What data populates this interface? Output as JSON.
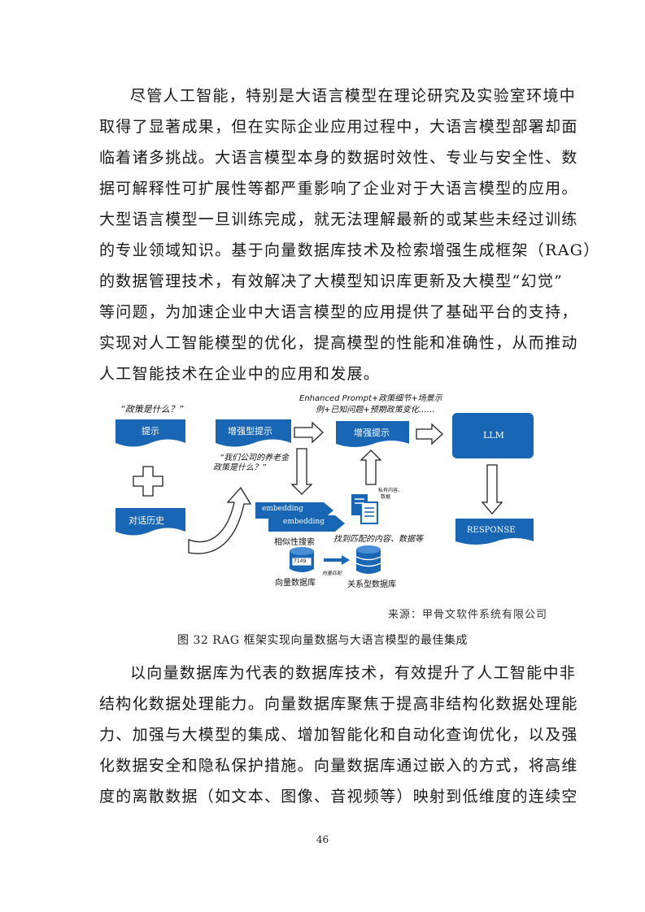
{
  "paragraph1": [
    "尽管人工智能，特别是大语言模型在理论研究及实验室环境中",
    "取得了显著成果，但在实际企业应用过程中，大语言模型部署却面",
    "临着诸多挑战。大语言模型本身的数据时效性、专业与安全性、数",
    "据可解释性可扩展性等都严重影响了企业对于大语言模型的应用。",
    "大型语言模型一旦训练完成，就无法理解最新的或某些未经过训练",
    "的专业领域知识。基于向量数据库技术及检索增强生成框架（RAG）",
    "的数据管理技术，有效解决了大模型知识库更新及大模型“幻觉”",
    "等问题，为加速企业中大语言模型的应用提供了基础平台的支持，",
    "实现对人工智能模型的优化，提高模型的性能和准确性，从而推动",
    "人工智能技术在企业中的应用和发展。"
  ],
  "figure": {
    "question_quote": "“政策是什么？”",
    "prompt_label": "提示",
    "enhanced_prompt_label": "增强型提示",
    "enhanced_prompt_line1": "Enhanced Prompt+政策细节+场景示",
    "enhanced_prompt_line2": "例+已知问题+预期政策变化……",
    "augmented_prompt_label": "增强提示",
    "llm_label": "LLM",
    "company_quote_line1": "“我们公司的养老金",
    "company_quote_line2": "政策是什么？”",
    "plus_sign": "+",
    "history_label": "对话历史",
    "embedding_1": "embedding",
    "embedding_2": "embedding",
    "private_content_line1": "私有内容、",
    "private_content_line2": "数据",
    "similarity_search": "相似性搜索",
    "found_content": "找到匹配的内容、数据等",
    "response_label": "RESPONSE",
    "vector_db_number": "7149",
    "vector_match": "向量匹配",
    "vector_db_label": "向量数据库",
    "relational_db_label": "关系型数据库",
    "colors": {
      "box_blue": "#1866b4",
      "arrow_outline": "#222222"
    },
    "icons": [
      "plus-icon",
      "curved-arrow-icon",
      "document-icon",
      "database-icon"
    ]
  },
  "source": "来源：甲骨文软件系统有限公司",
  "caption": "图 32 RAG 框架实现向量数据与大语言模型的最佳集成",
  "paragraph2": [
    "以向量数据库为代表的数据库技术，有效提升了人工智能中非",
    "结构化数据处理能力。向量数据库聚焦于提高非结构化数据处理能",
    "力、加强与大模型的集成、增加智能化和自动化查询优化，以及强",
    "化数据安全和隐私保护措施。向量数据库通过嵌入的方式，将高维",
    "度的离散数据（如文本、图像、音视频等）映射到低维度的连续空"
  ],
  "page_number": "46"
}
